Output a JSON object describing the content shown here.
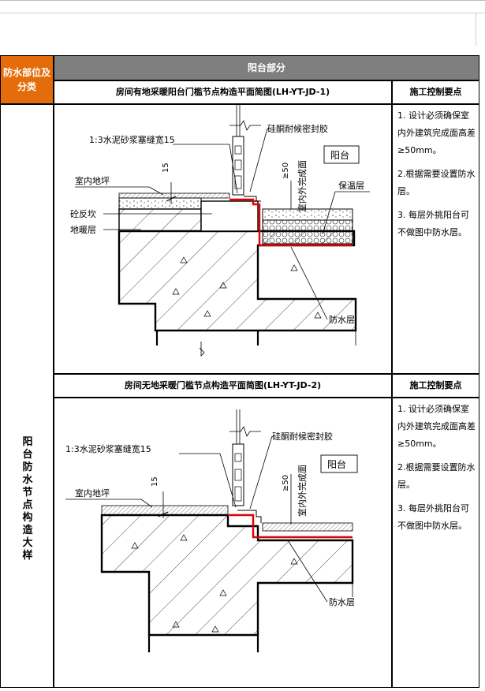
{
  "header": {
    "left_label": "防水部位及分类",
    "section_title": "阳台部分"
  },
  "side_label": "阳台防水节点构造大样",
  "detail1": {
    "title": "房间有地采暖阳台门槛节点构造平面简图(LH-YT-JD-1)",
    "notes_title": "施工控制要点",
    "notes": [
      "1. 设计必须确保室内外建筑完成面高差≥50mm。",
      "2.根据需要设置防水层。",
      "3. 每层外挑阳台可不做图中防水层。"
    ],
    "labels": {
      "mortar": "1:3水泥砂浆塞缝宽15",
      "sealant": "硅酮耐候密封胶",
      "balcony": "阳台",
      "indoor_floor": "室内地坪",
      "dim15": "15",
      "dim50": "≥50",
      "outdoor_finish": "室内外完成面",
      "insulation": "保温层",
      "curb": "砼反坎",
      "heating": "地暖层",
      "waterproof": "防水层"
    }
  },
  "detail2": {
    "title": "房间无地采暖门槛节点构造平面简图(LH-YT-JD-2)",
    "notes_title": "施工控制要点",
    "notes": [
      "1. 设计必须确保室内外建筑完成面高差≥50mm。",
      "2.根据需要设置防水层。",
      "3. 每层外挑阳台可不做图中防水层。"
    ],
    "labels": {
      "mortar": "1:3水泥砂浆塞缝宽15",
      "sealant": "硅酮耐候密封胶",
      "balcony": "阳台",
      "indoor_floor": "室内地坪",
      "dim15": "15",
      "dim50": "≥50",
      "outdoor_finish": "室内外完成面",
      "waterproof": "防水层"
    }
  }
}
